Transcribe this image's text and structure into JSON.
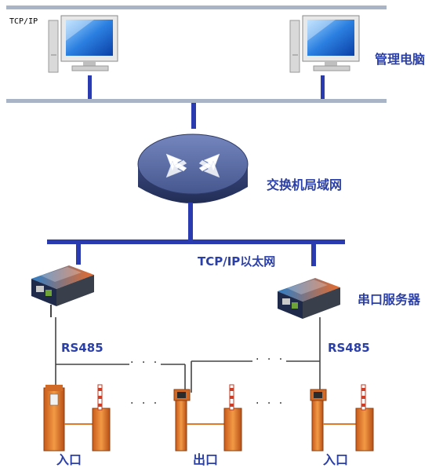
{
  "labels": {
    "top_network": "TCP/IP",
    "management_pc": "管理电脑",
    "switch_lan": "交换机局域网",
    "ethernet": "TCP/IP以太网",
    "serial_server": "串口服务器",
    "rs485_left": "RS485",
    "rs485_right": "RS485",
    "entrance_left": "入口",
    "exit_middle": "出口",
    "entrance_right": "入口",
    "ellipsis": "· · ·"
  },
  "colors": {
    "bus_gray": "#a9b4c6",
    "link_blue": "#2a3bb0",
    "label_blue": "#2b3fa8",
    "serial_wire": "#444444",
    "switch_body": "#3d4f87",
    "switch_top": "#5c6fa8",
    "gate_orange": "#e07a2a"
  }
}
